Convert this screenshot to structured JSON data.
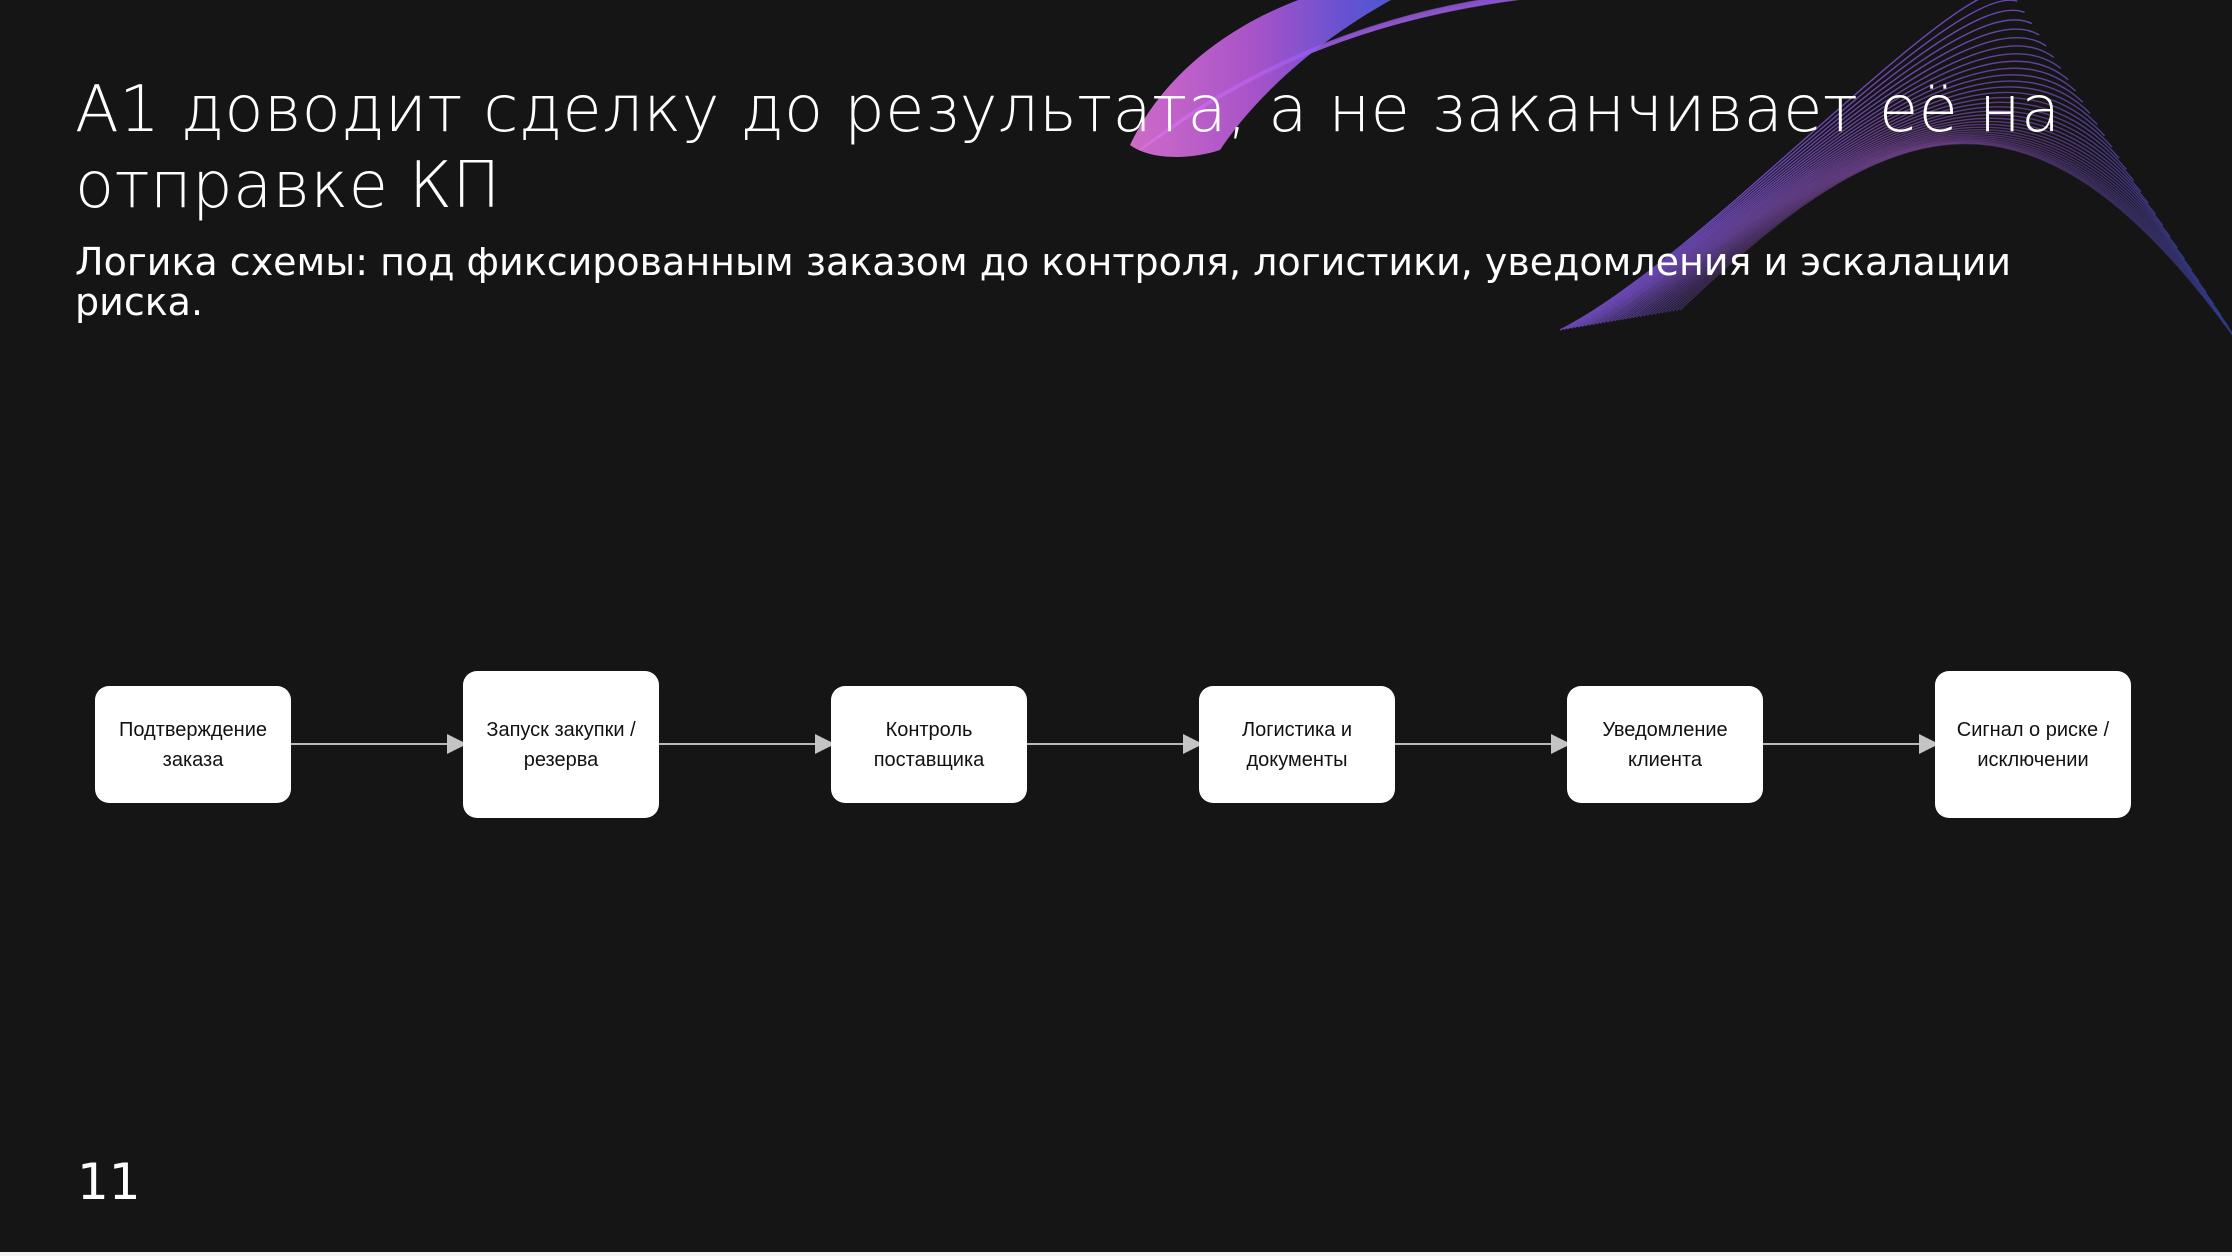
{
  "slide": {
    "title": "A1 доводит сделку до результата, а не заканчивает её на отправке КП",
    "subtitle": "Логика схемы: под фиксированным заказом до контроля, логистики, уведомления и эскалации риска.",
    "page_number": "11"
  },
  "diagram": {
    "nodes": [
      {
        "label": "Подтверждение заказа"
      },
      {
        "label": "Запуск закупки / резерва"
      },
      {
        "label": "Контроль поставщика"
      },
      {
        "label": "Логистика и документы"
      },
      {
        "label": "Уведомление клиента"
      },
      {
        "label": "Сигнал о риске / исключении"
      }
    ]
  },
  "colors": {
    "background": "#151515",
    "node_fill": "#ffffff",
    "node_text": "#111111",
    "connector": "#b9b9b9",
    "wave_pink": "#e86be0",
    "wave_purple": "#8d5cf0",
    "wave_blue": "#4d63f5"
  }
}
